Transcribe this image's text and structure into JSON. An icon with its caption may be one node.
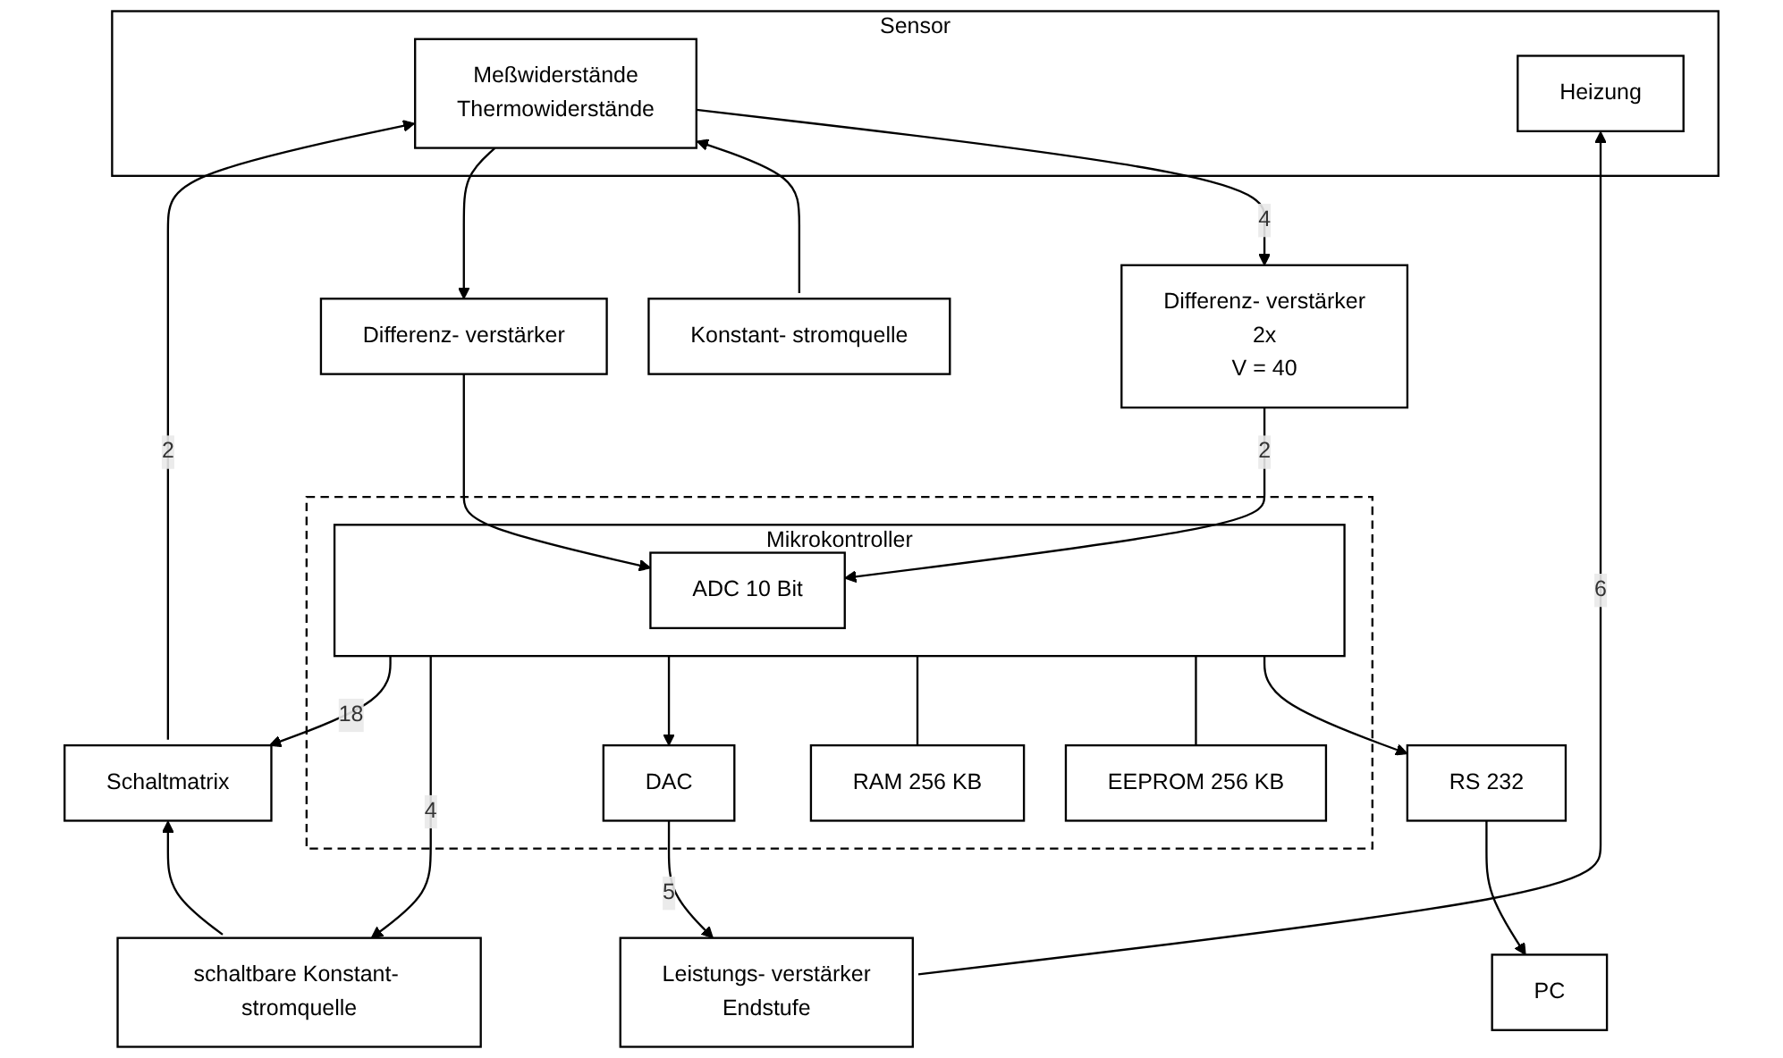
{
  "diagram": {
    "nodes": [
      {
        "text": [
          "Sensor"
        ]
      },
      {
        "text": [
          "Meßwiderstände",
          "Thermowiderstände"
        ],
        "in": 0
      },
      {
        "text": [
          "Heizung"
        ],
        "in": 0
      },
      {
        "text": [
          "Differenz- verstärker"
        ]
      },
      {
        "text": [
          "Differenz- verstärker",
          "2x",
          "V = 40"
        ]
      },
      {
        "text": [
          "Schaltmatrix"
        ]
      },
      {
        "text": [
          "schaltbare Konstant- stromquelle"
        ]
      },
      {
        "text": [
          "Konstant- stromquelle"
        ]
      },
      {
        "text": [],
        "shape": "box"
      },
      {
        "text": [
          "Mikrokontroller"
        ],
        "in": 8
      },
      {
        "text": [
          "ADC 10 Bit"
        ],
        "in": 9
      },
      {
        "text": [
          "RAM 256 KB"
        ],
        "in": 8
      },
      {
        "text": [
          "EEPROM 256 KB"
        ],
        "in": 8
      },
      {
        "text": [
          "DAC"
        ],
        "in": 8
      },
      {
        "text": [
          "Leistungs- verstärker",
          "Endstufe"
        ]
      },
      {
        "text": [
          "RS 232"
        ]
      },
      {
        "text": [
          "PC"
        ]
      }
    ],
    "edges": [
      {
        "from": 5,
        "to": 1,
        "arrow": "to",
        "label": "2"
      },
      {
        "from": 1,
        "to": 3,
        "arrow": "to"
      },
      {
        "from": 7,
        "to": 1,
        "arrow": "to"
      },
      {
        "from": 1,
        "to": 4,
        "arrow": "to",
        "label": "4"
      },
      {
        "from": 14,
        "to": 2,
        "arrow": "to",
        "label": "6"
      },
      {
        "from": 3,
        "to": 10,
        "arrow": "to"
      },
      {
        "from": 4,
        "to": 10,
        "arrow": "to",
        "label": "2"
      },
      {
        "from": 9,
        "to": 5,
        "arrow": "to",
        "label": "18"
      },
      {
        "from": 9,
        "to": 6,
        "arrow": "to",
        "label": "4"
      },
      {
        "from": 6,
        "to": 5,
        "arrow": "to"
      },
      {
        "from": 9,
        "to": 13,
        "arrow": "to"
      },
      {
        "from": 13,
        "to": 14,
        "arrow": "to",
        "label": "5"
      },
      {
        "from": 9,
        "to": 11,
        "arrow": "none"
      },
      {
        "from": 9,
        "to": 12,
        "arrow": "none"
      },
      {
        "from": 9,
        "to": 15,
        "arrow": "to"
      },
      {
        "from": 15,
        "to": 16,
        "arrow": "to"
      }
    ]
  }
}
